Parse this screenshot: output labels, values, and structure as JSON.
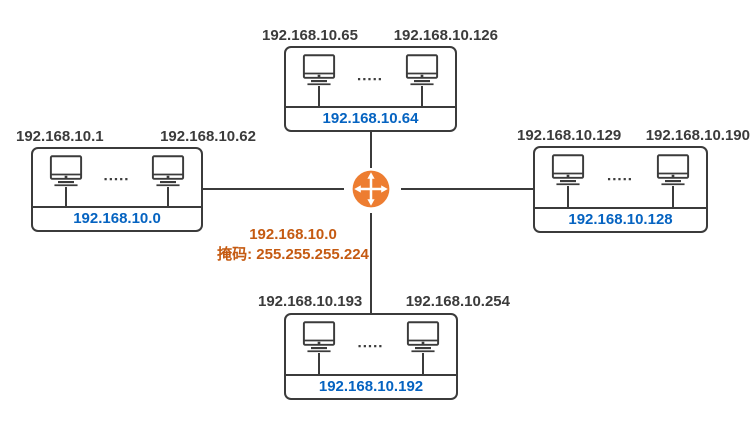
{
  "diagram": {
    "center_note": {
      "network_line": "192.168.10.0",
      "mask_line": "掩码: 255.255.255.224"
    },
    "ellipsis": "▪▪▪▪▪",
    "colors": {
      "line_dark": "#3b3b3b",
      "network_blue": "#0563c1",
      "note_orange": "#c55a11",
      "router_orange": "#ed7d31"
    },
    "subnets": [
      {
        "position": "top",
        "first_host": "192.168.10.65",
        "last_host": "192.168.10.126",
        "network": "192.168.10.64"
      },
      {
        "position": "left",
        "first_host": "192.168.10.1",
        "last_host": "192.168.10.62",
        "network": "192.168.10.0"
      },
      {
        "position": "right",
        "first_host": "192.168.10.129",
        "last_host": "192.168.10.190",
        "network": "192.168.10.128"
      },
      {
        "position": "bottom",
        "first_host": "192.168.10.193",
        "last_host": "192.168.10.254",
        "network": "192.168.10.192"
      }
    ]
  }
}
